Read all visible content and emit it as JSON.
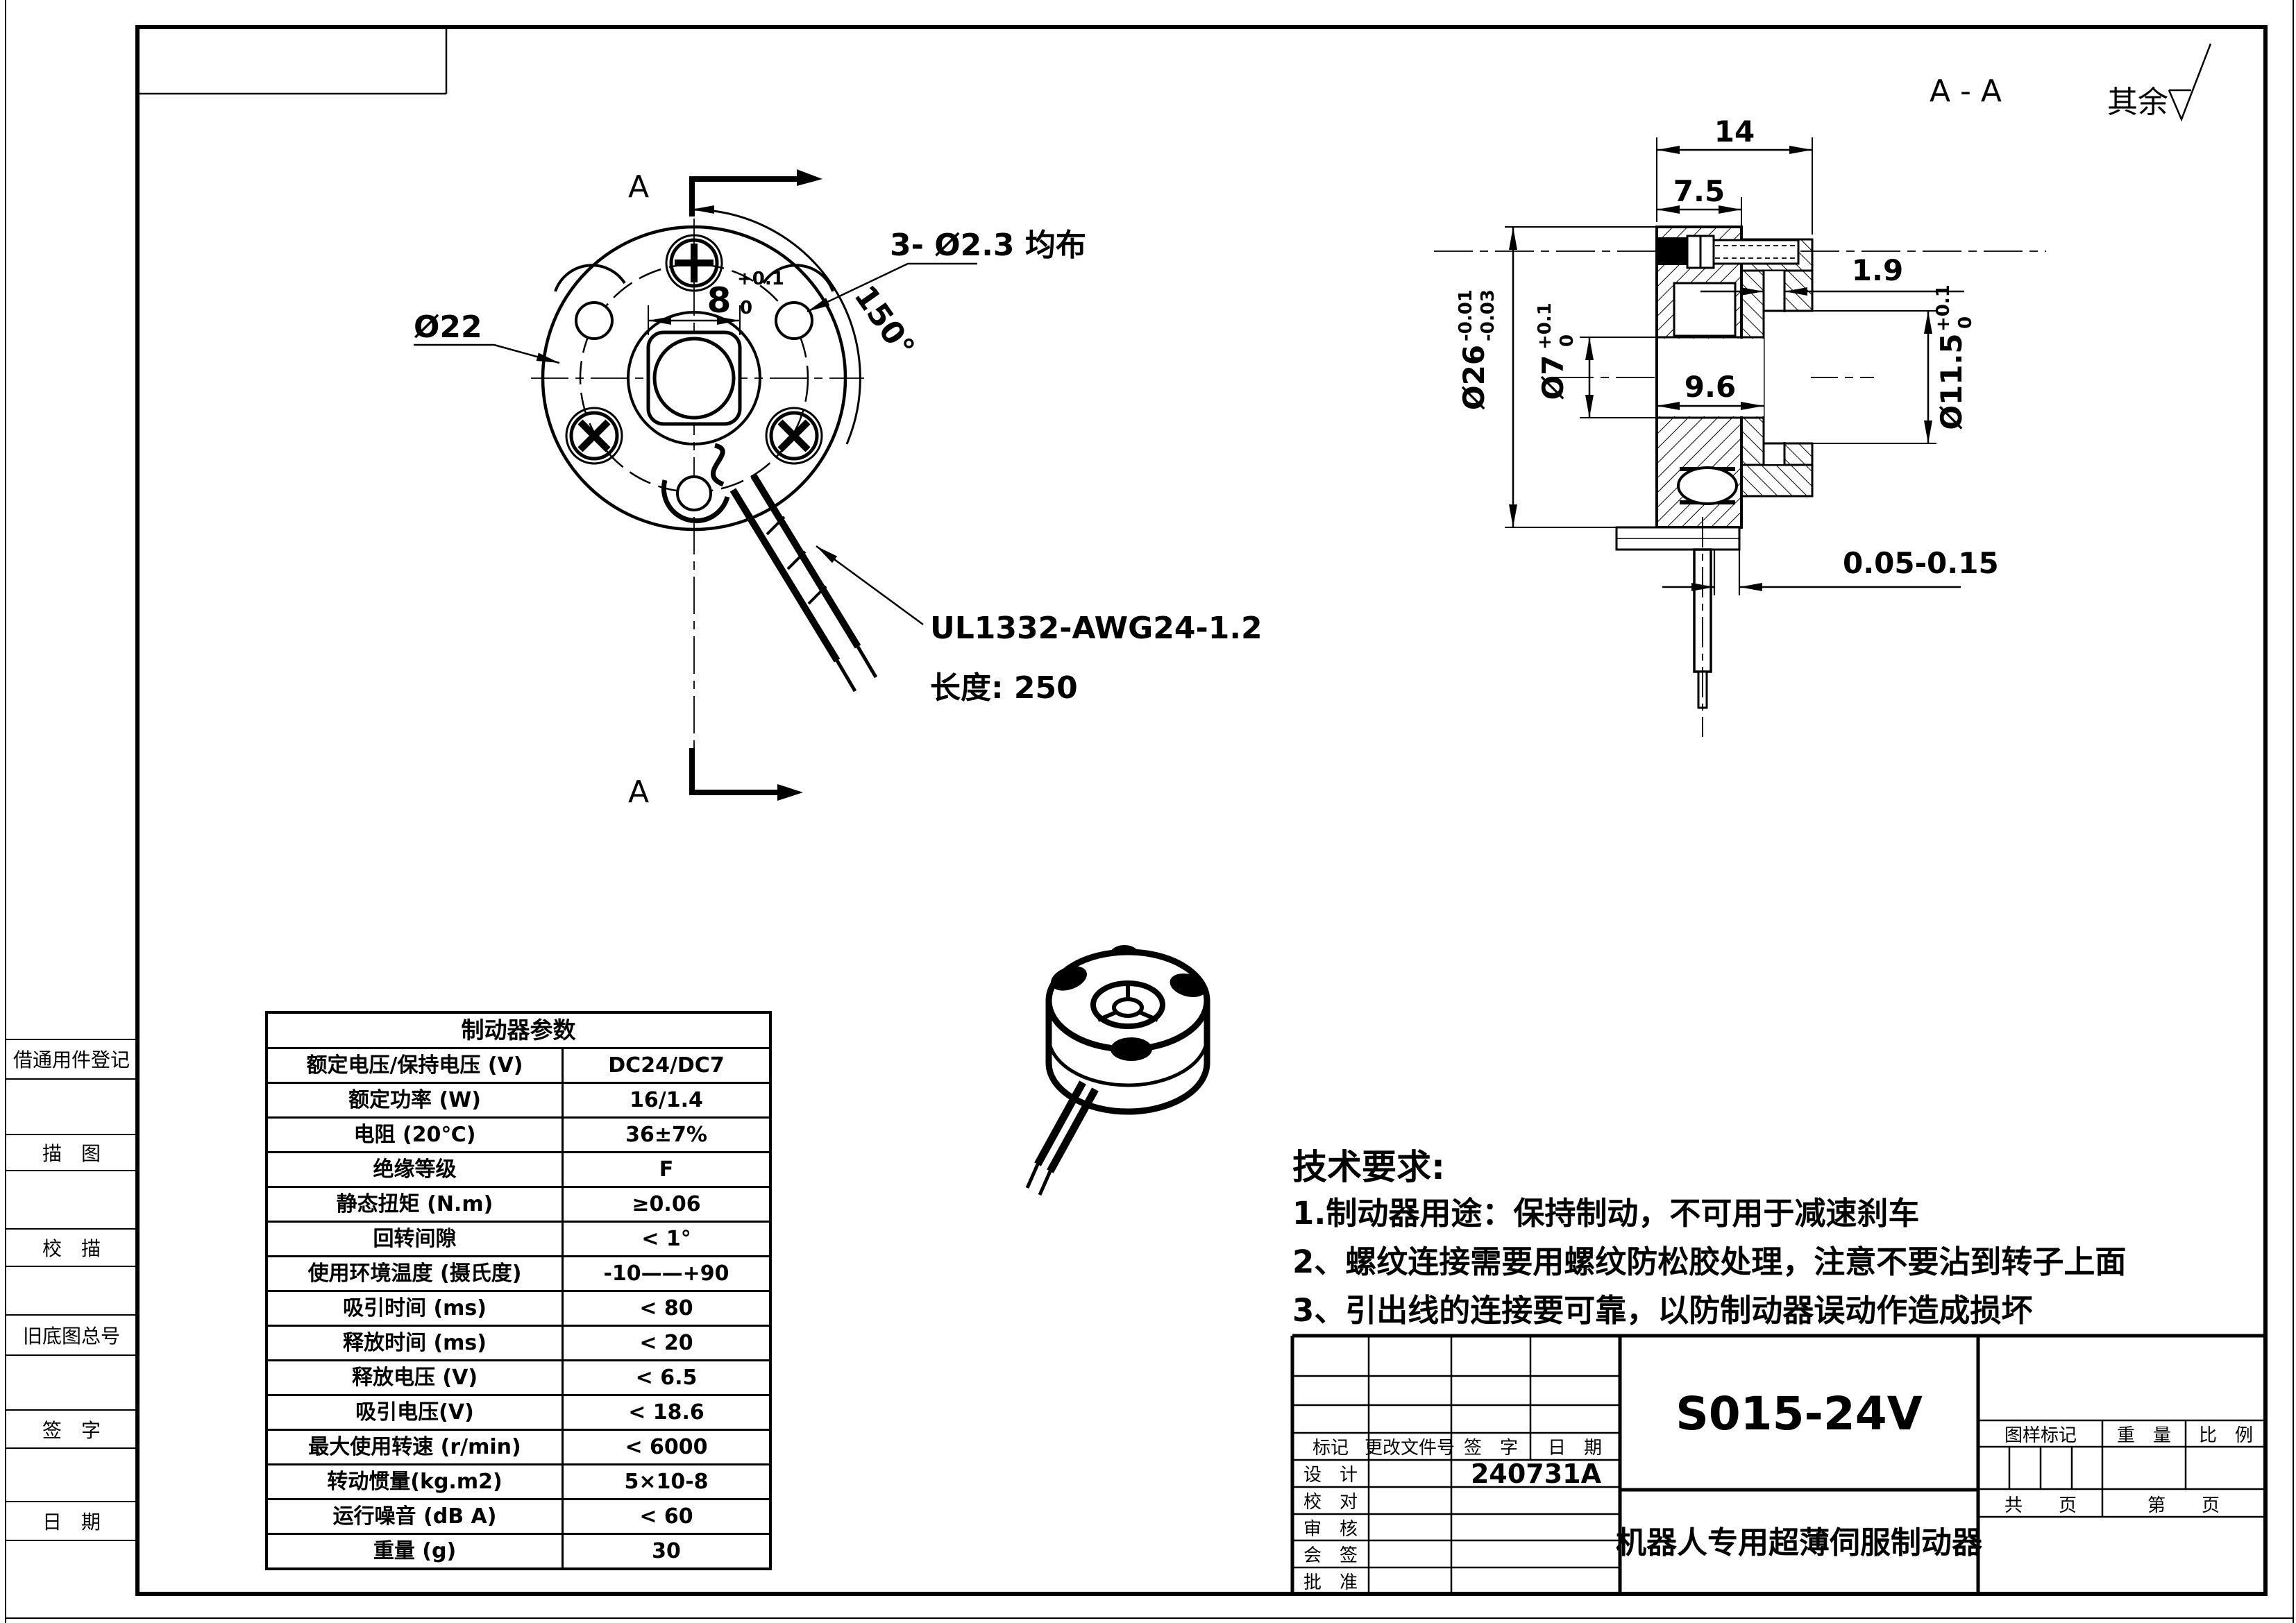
{
  "colors": {
    "ink": "#000000",
    "paper": "#ffffff"
  },
  "sheet": {
    "remark_label": "其余",
    "section_title": "A - A"
  },
  "front_view": {
    "section_letter": "A",
    "dia_label": "Ø22",
    "holes_label": "3- Ø2.3 均布",
    "width_label": "8",
    "width_tol_upper": "+0.1",
    "width_tol_lower": "0",
    "angle_label": "150°",
    "wire_label": "UL1332-AWG24-1.2",
    "wire_length_label": "长度: 250"
  },
  "section_view": {
    "dim_width": "14",
    "dim_depth": "7.5",
    "dim_plate": "1.9",
    "dim_hub": "9.6",
    "dim_od": "Ø26",
    "od_tol_upper": "-0.01",
    "od_tol_lower": "-0.03",
    "dim_bore": "Ø7",
    "bore_tol_upper": "+0.1",
    "bore_tol_lower": "0",
    "dim_rotor_bore": "Ø11.5",
    "rotor_tol_upper": "+0.1",
    "rotor_tol_lower": "0",
    "dim_gap": "0.05-0.15"
  },
  "param_table": {
    "title": "制动器参数",
    "rows": [
      {
        "label": "额定电压/保持电压 (V)",
        "value": "DC24/DC7"
      },
      {
        "label": "额定功率 (W)",
        "value": "16/1.4"
      },
      {
        "label": "电阻 (20℃)",
        "value": "36±7%"
      },
      {
        "label": "绝缘等级",
        "value": "F"
      },
      {
        "label": "静态扭矩 (N.m)",
        "value": "≥0.06"
      },
      {
        "label": "回转间隙",
        "value": "< 1°"
      },
      {
        "label": "使用环境温度 (摄氏度)",
        "value": "-10——+90"
      },
      {
        "label": "吸引时间 (ms)",
        "value": "< 80"
      },
      {
        "label": "释放时间 (ms)",
        "value": "< 20"
      },
      {
        "label": "释放电压 (V)",
        "value": "< 6.5"
      },
      {
        "label": "吸引电压(V)",
        "value": "< 18.6"
      },
      {
        "label": "最大使用转速 (r/min)",
        "value": "< 6000"
      },
      {
        "label": "转动惯量(kg.m2)",
        "value": "5×10-8"
      },
      {
        "label": "运行噪音 (dB A)",
        "value": "< 60"
      },
      {
        "label": "重量 (g)",
        "value": "30"
      }
    ]
  },
  "tech_req": {
    "title": "技术要求:",
    "item1": "1.制动器用途：保持制动，不可用于减速刹车",
    "item2": "2、螺纹连接需要用螺纹防松胶处理，注意不要沾到转子上面",
    "item3": "3、引出线的连接要可靠，以防制动器误动作造成损坏"
  },
  "title_block": {
    "part_no": "S015-24V",
    "part_name": "机器人专用超薄伺服制动器",
    "sign_value": "240731A",
    "col_mark": "标记",
    "col_change_doc": "更改文件号",
    "col_sign": "签　字",
    "col_date": "日　期",
    "row_design": "设　计",
    "row_check": "校　对",
    "row_audit": "审　核",
    "row_countersign": "会　签",
    "row_approve": "批　准",
    "drawing_mark": "图样标记",
    "weight": "重　量",
    "scale": "比　例",
    "total_pages": "共　　页",
    "page_no": "第　　页"
  },
  "sidebar": {
    "item1": "借通用件登记",
    "item2": "描　图",
    "item3": "校　描",
    "item4": "旧底图总号",
    "item5": "签　字",
    "item6": "日　期"
  }
}
